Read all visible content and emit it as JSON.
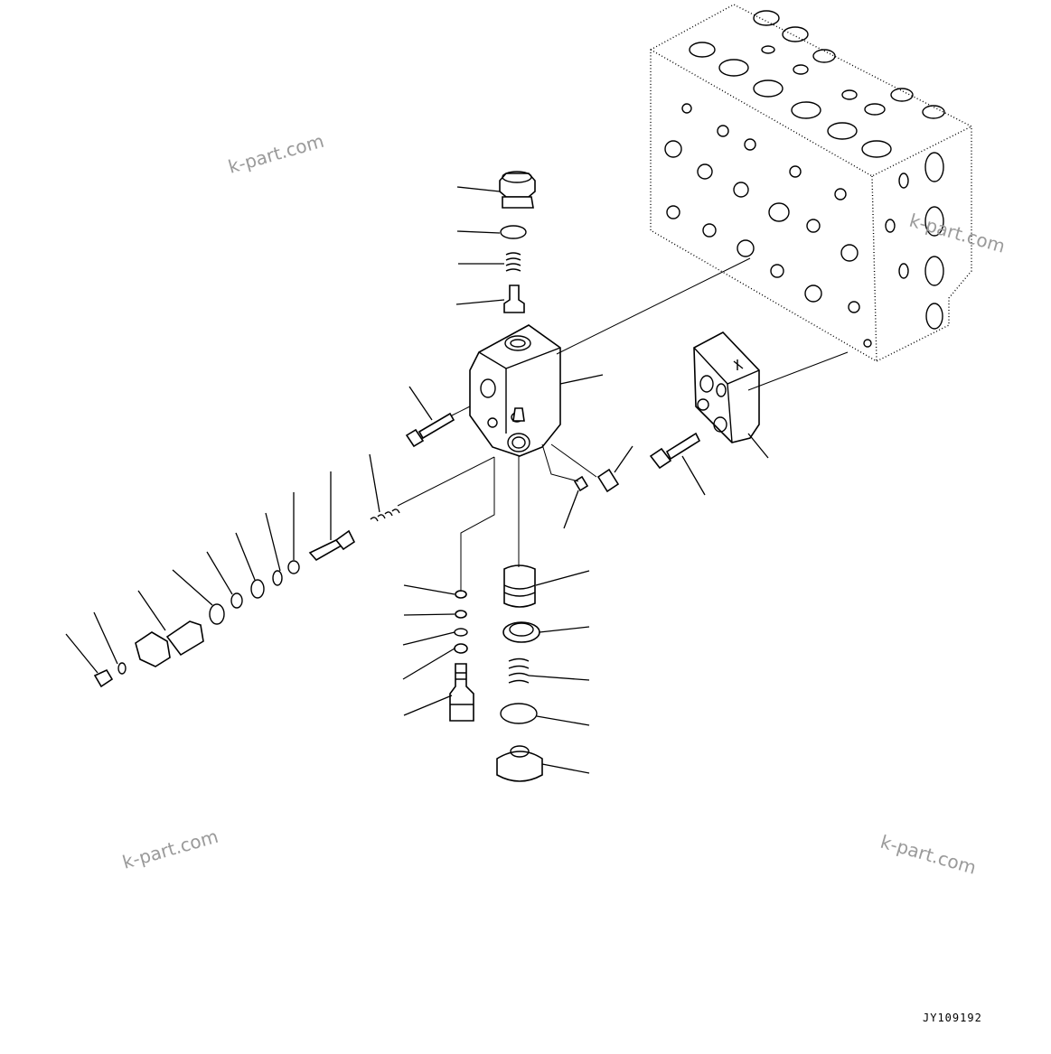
{
  "watermarks": [
    "k-part.com",
    "k-part.com",
    "k-part.com",
    "k-part.com"
  ],
  "drawing_code": "JY109192"
}
